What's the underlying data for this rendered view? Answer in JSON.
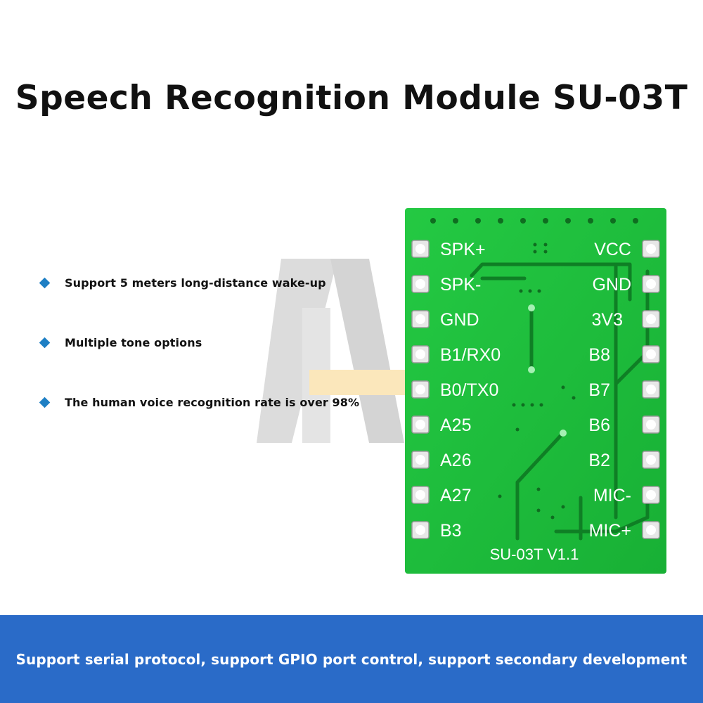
{
  "title": "Speech Recognition Module SU-03T",
  "features": [
    "Support 5 meters long-distance wake-up",
    "Multiple tone options",
    "The human voice recognition rate is over 98%"
  ],
  "footer": "Support serial protocol, support GPIO port control, support secondary development",
  "board": {
    "left_pins": [
      "SPK+",
      "SPK-",
      "GND",
      "B1/RX0",
      "B0/TX0",
      "A25",
      "A26",
      "A27",
      "B3"
    ],
    "right_pins": [
      "VCC",
      "GND",
      "3V3",
      "B8",
      "B7",
      "B6",
      "B2",
      "MIC-",
      "MIC+"
    ],
    "silkscreen": "SU-03T V1.1"
  },
  "colors": {
    "pcb_green": "#1fbf3c",
    "bullet": "#1e7fc4",
    "footer_bar": "#2a6bc8"
  }
}
